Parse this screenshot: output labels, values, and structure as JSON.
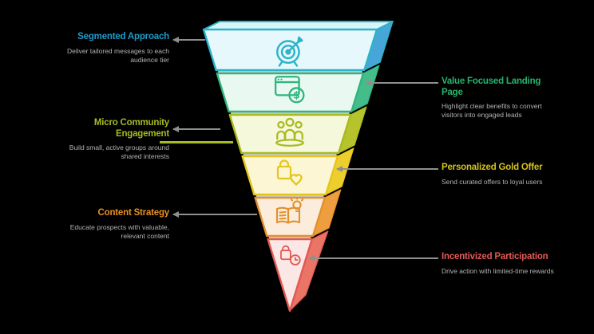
{
  "background": "#000000",
  "connector_color": "#8f8f8f",
  "separator_color": "#ffffff",
  "funnel": {
    "layers": [
      {
        "id": "layer-1",
        "icon": "target-arrow-icon",
        "stroke": "#2ab3c9",
        "fill": "#e6f8fb",
        "side": "#47a6d8",
        "top_face": "#d8f4f8"
      },
      {
        "id": "layer-2",
        "icon": "browser-dollar-icon",
        "stroke": "#31b47e",
        "fill": "#e9f9f1",
        "side": "#44bd8b"
      },
      {
        "id": "layer-3",
        "icon": "people-group-icon",
        "stroke": "#a7ba20",
        "fill": "#f5f8da",
        "side": "#b6c32c"
      },
      {
        "id": "layer-4",
        "icon": "bag-heart-icon",
        "stroke": "#e5c51e",
        "fill": "#fcf6d4",
        "side": "#eccf2d"
      },
      {
        "id": "layer-5",
        "icon": "book-idea-icon",
        "stroke": "#e2902d",
        "fill": "#fcecdb",
        "side": "#ef9e3f"
      },
      {
        "id": "layer-6",
        "icon": "bag-clock-icon",
        "stroke": "#e05a52",
        "fill": "#fbe7e6",
        "side": "#ea7465"
      }
    ]
  },
  "labels": {
    "left": [
      {
        "title_lines": [
          "Segmented Approach"
        ],
        "title_color": "#1f9ac9",
        "desc": [
          "Deliver tailored messages to each",
          "audience tier"
        ]
      },
      {
        "title_lines": [
          "Micro Community",
          "Engagement"
        ],
        "title_color": "#a7ba20",
        "desc": [
          "Build small, active groups around",
          "shared interests"
        ],
        "accent_line_color": "#a7ba20"
      },
      {
        "title_lines": [
          "Content Strategy"
        ],
        "title_color": "#e8901f",
        "desc": [
          "Educate prospects with valuable,",
          "relevant content"
        ]
      }
    ],
    "right": [
      {
        "title_lines": [
          "Value Focused Landing",
          "Page"
        ],
        "title_color": "#27b46c",
        "desc": [
          "Highlight clear benefits to convert",
          "visitors into engaged leads"
        ]
      },
      {
        "title_lines": [
          "Personalized Gold Offer"
        ],
        "title_color": "#d4c31c",
        "desc": [
          "Send curated offers to loyal users"
        ]
      },
      {
        "title_lines": [
          "Incentivized Participation"
        ],
        "title_color": "#e25858",
        "desc": [
          "Drive action with limited-time rewards"
        ]
      }
    ]
  }
}
